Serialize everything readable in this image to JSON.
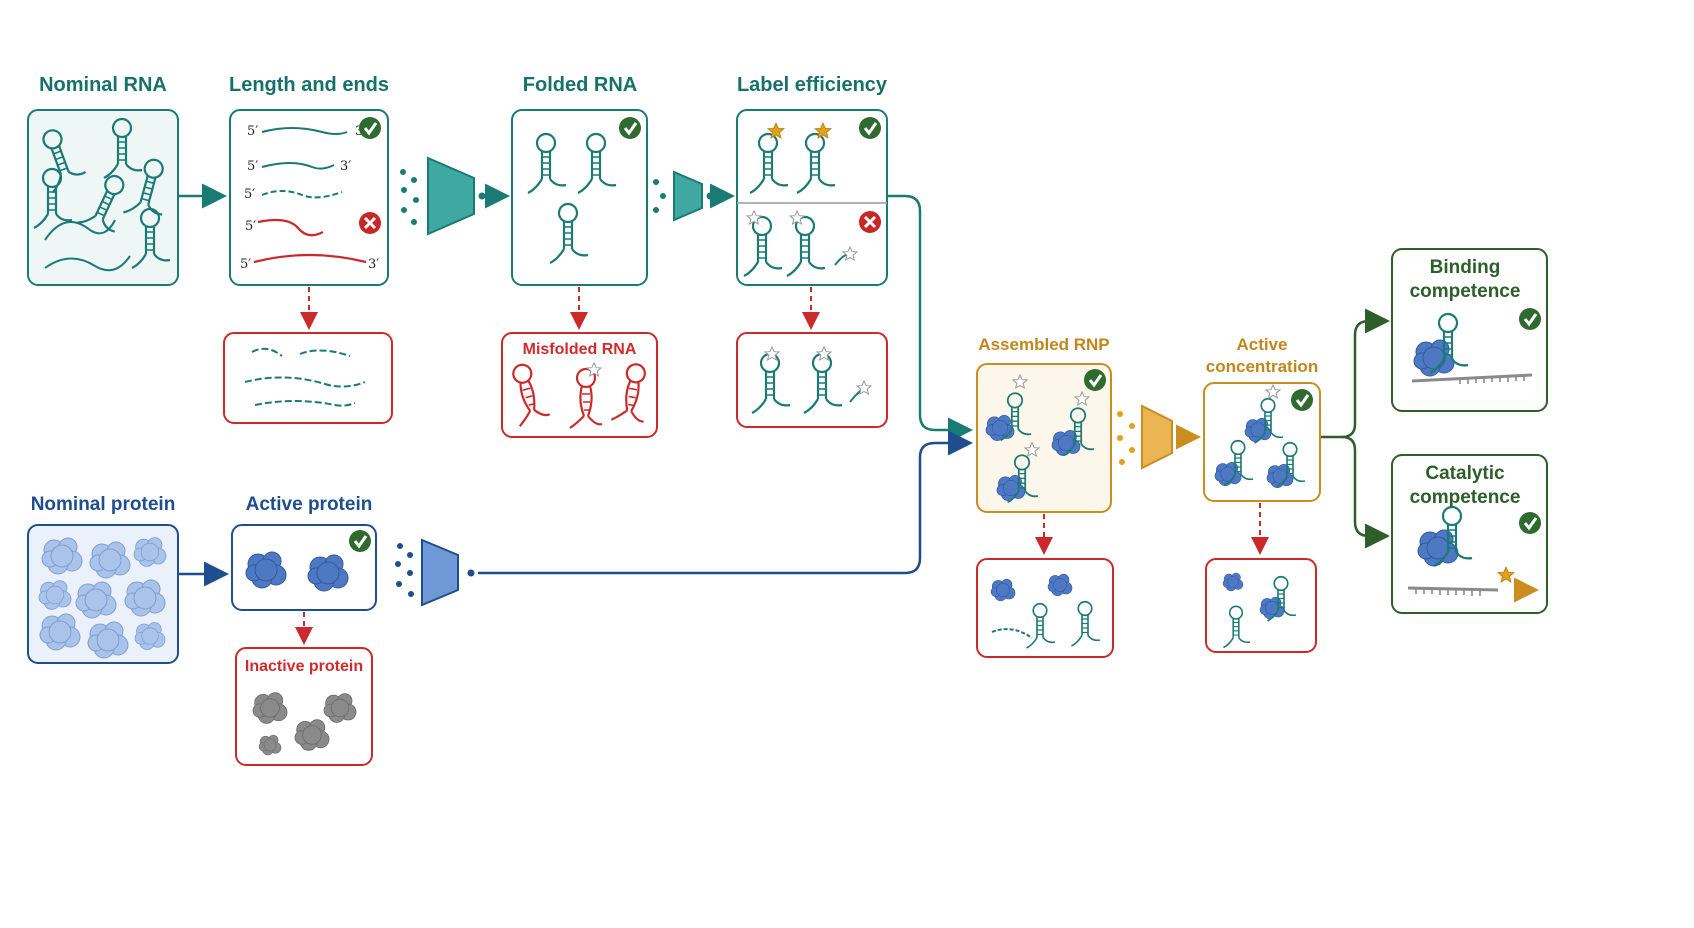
{
  "colors": {
    "teal": "#1a7a74",
    "blue": "#1f4e8f",
    "orange": "#c98d20",
    "green": "#2e5e2a",
    "red": "#cc2a2a",
    "protein_blue": "#4f78c2",
    "protein_grey": "#8a8a8a"
  },
  "rna_track": {
    "nominal_rna": {
      "title": "Nominal RNA"
    },
    "length_and_ends": {
      "title": "Length and ends",
      "strand_end_5": "5′",
      "strand_end_3": "3′"
    },
    "folded_rna": {
      "title": "Folded RNA"
    },
    "label_efficiency": {
      "title": "Label efficiency"
    }
  },
  "protein_track": {
    "nominal_protein": {
      "title": "Nominal protein"
    },
    "active_protein": {
      "title": "Active protein"
    }
  },
  "rejects": {
    "misfolded_rna": {
      "title": "Misfolded RNA"
    },
    "inactive_protein": {
      "title": "Inactive protein"
    }
  },
  "rnp_track": {
    "assembled_rnp": {
      "title": "Assembled RNP"
    },
    "active_concentration": {
      "title_line1": "Active",
      "title_line2": "concentration"
    }
  },
  "outcomes": {
    "binding": {
      "title_line1": "Binding",
      "title_line2": "competence"
    },
    "catalytic": {
      "title_line1": "Catalytic",
      "title_line2": "competence"
    }
  },
  "icons": [
    "check-icon",
    "cross-icon",
    "filter-funnel-icon",
    "star-label-icon",
    "hairpin-rna-icon",
    "protein-blob-icon"
  ]
}
